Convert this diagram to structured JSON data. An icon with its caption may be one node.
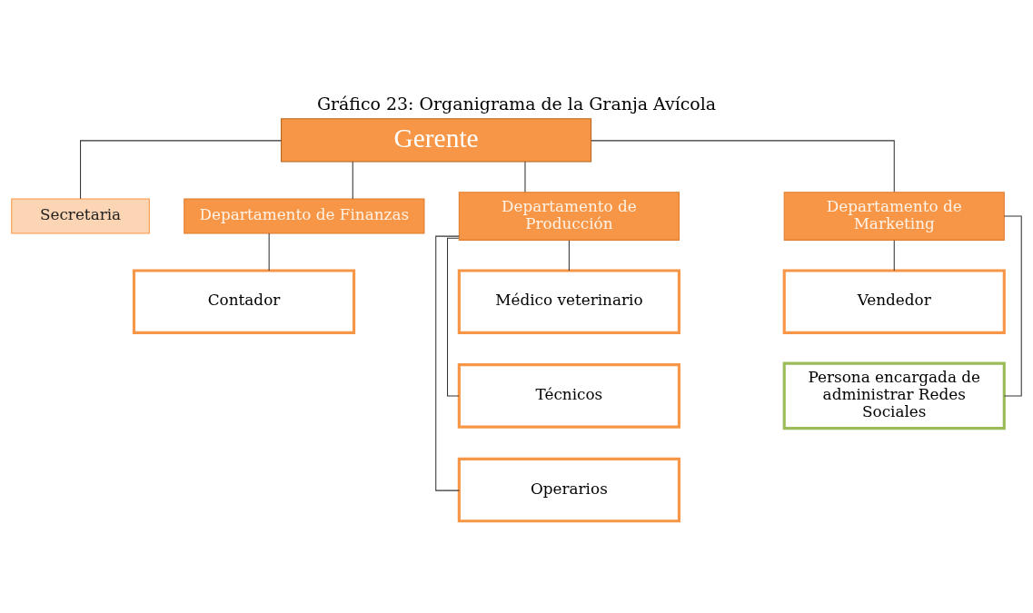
{
  "diagram": {
    "title": "Gráfico 23: Organigrama de la Granja Avícola",
    "nodes": [
      {
        "text": [
          "Gerente"
        ]
      },
      {
        "text": [
          "Secretaria"
        ]
      },
      {
        "text": [
          "Departamento de Finanzas"
        ]
      },
      {
        "text": [
          "Departamento de Producción"
        ]
      },
      {
        "text": [
          "Departamento de Marketing"
        ]
      },
      {
        "text": [
          "Contador"
        ]
      },
      {
        "text": [
          "Médico veterinario"
        ]
      },
      {
        "text": [
          "Técnicos"
        ]
      },
      {
        "text": [
          "Operarios"
        ]
      },
      {
        "text": [
          "Vendedor"
        ]
      },
      {
        "text": [
          "Persona encargada de administrar Redes Sociales"
        ]
      }
    ],
    "edges": [
      {
        "from": 0,
        "to": 1,
        "arrow": "none"
      },
      {
        "from": 0,
        "to": 2,
        "arrow": "none"
      },
      {
        "from": 0,
        "to": 3,
        "arrow": "none"
      },
      {
        "from": 0,
        "to": 4,
        "arrow": "none"
      },
      {
        "from": 2,
        "to": 5,
        "arrow": "none"
      },
      {
        "from": 3,
        "to": 6,
        "arrow": "none"
      },
      {
        "from": 3,
        "to": 7,
        "arrow": "none"
      },
      {
        "from": 3,
        "to": 8,
        "arrow": "none"
      },
      {
        "from": 4,
        "to": 9,
        "arrow": "none"
      },
      {
        "from": 4,
        "to": 10,
        "arrow": "none"
      }
    ]
  }
}
